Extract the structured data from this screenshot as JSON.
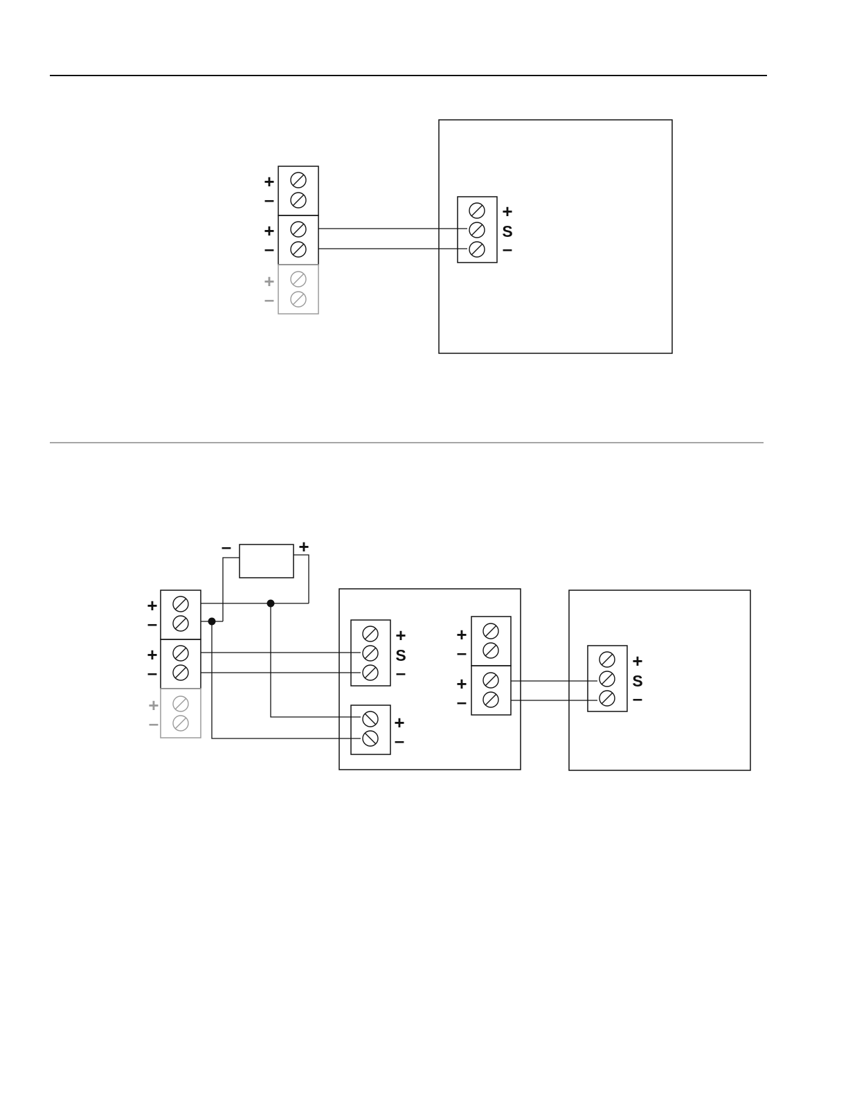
{
  "colors": {
    "ink": "#111111",
    "dim": "#9a9a9a",
    "rule_top": "#111111",
    "rule_mid": "#888888"
  },
  "terminal_symbols": {
    "plus": "+",
    "minus": "–",
    "signal": "S"
  },
  "figures": [
    {
      "id": "fig-1",
      "terminal_blocks": [
        {
          "id": "controller-block",
          "pairs": [
            "power",
            "signal",
            "unused"
          ],
          "unused_dimmed": true
        },
        {
          "id": "device-block",
          "terminals": [
            "+",
            "S",
            "–"
          ]
        }
      ],
      "connections": [
        "controller +signal → device S",
        "controller –signal → device –"
      ]
    },
    {
      "id": "fig-2",
      "terminal_blocks": [
        {
          "id": "controller-block",
          "pairs": [
            "power",
            "signal",
            "unused"
          ],
          "unused_dimmed": true
        },
        {
          "id": "power-supply",
          "terminals": [
            "–",
            "+"
          ]
        },
        {
          "id": "interface-input",
          "terminals": [
            "+",
            "S",
            "–"
          ]
        },
        {
          "id": "interface-power",
          "terminals": [
            "+",
            "–"
          ]
        },
        {
          "id": "interface-output",
          "pairs": [
            "power",
            "signal"
          ]
        },
        {
          "id": "device-block",
          "terminals": [
            "+",
            "S",
            "–"
          ]
        }
      ],
      "junctions": 2
    }
  ]
}
